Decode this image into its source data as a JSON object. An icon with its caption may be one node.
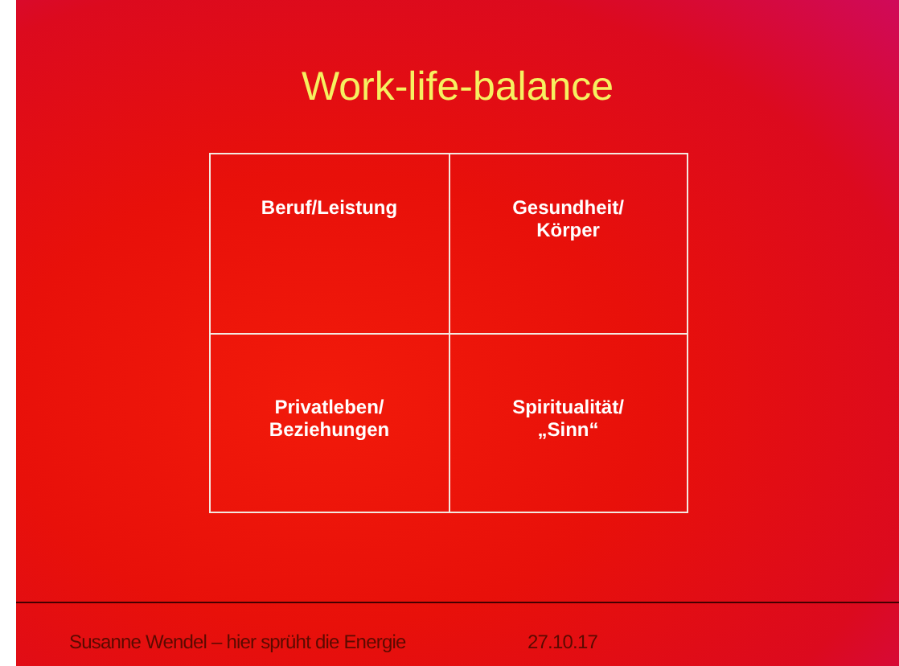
{
  "diagram": {
    "title": "Work-life-balance",
    "labels": [
      "Beruf/Leistung",
      "Gesundheit/ Körper",
      "Privatleben/ Beziehungen",
      "Spiritualität/ „Sinn“",
      "Susanne Wendel – hier sprüht die Energie",
      "27.10.17"
    ]
  }
}
